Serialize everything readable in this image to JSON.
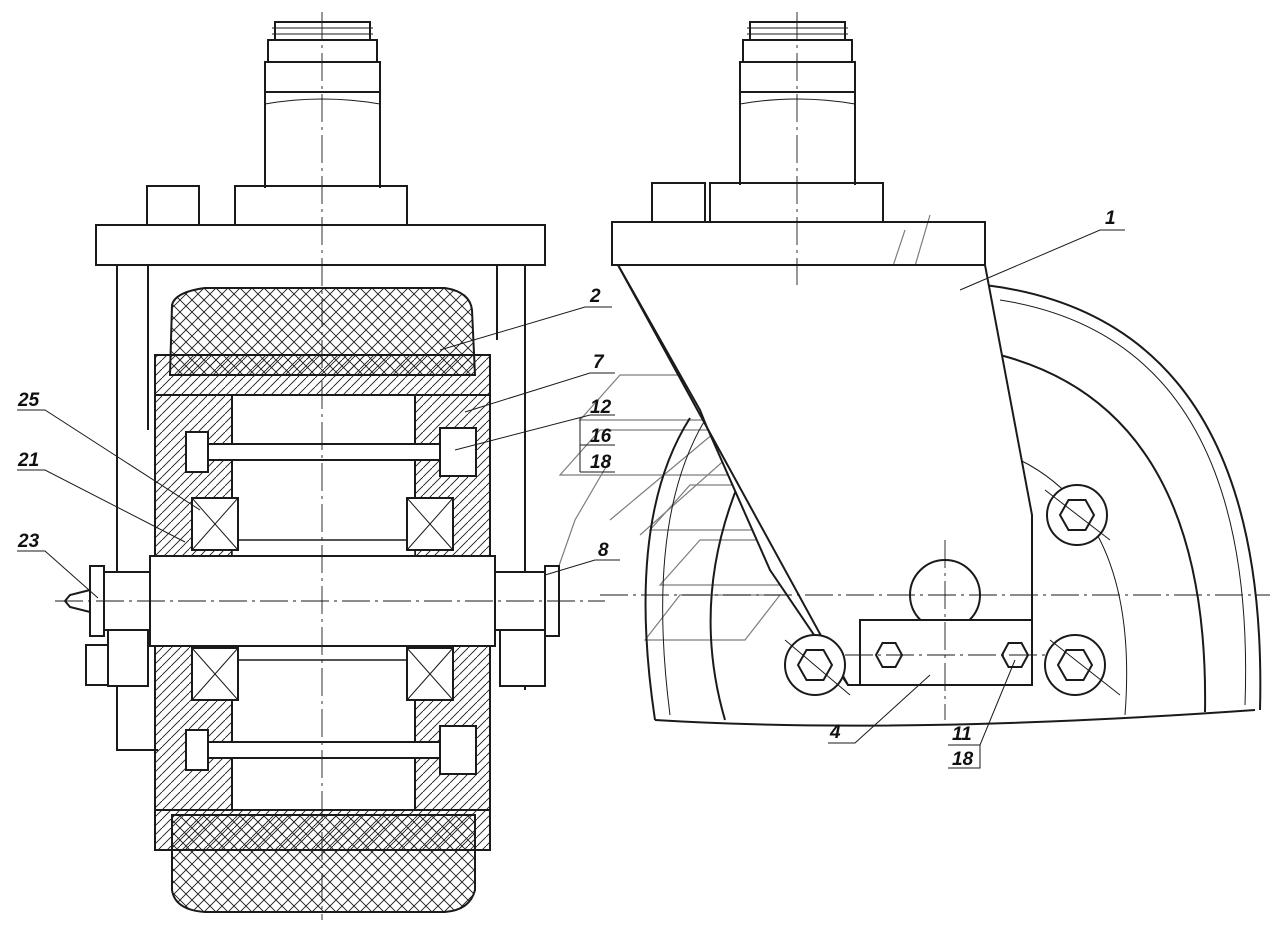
{
  "labels": {
    "part_1": "1",
    "part_2": "2",
    "part_7": "7",
    "part_12": "12",
    "part_16": "16",
    "part_18_top": "18",
    "part_25": "25",
    "part_21": "21",
    "part_23": "23",
    "part_8": "8",
    "part_4": "4",
    "part_11": "11",
    "part_18_bottom": "18"
  }
}
